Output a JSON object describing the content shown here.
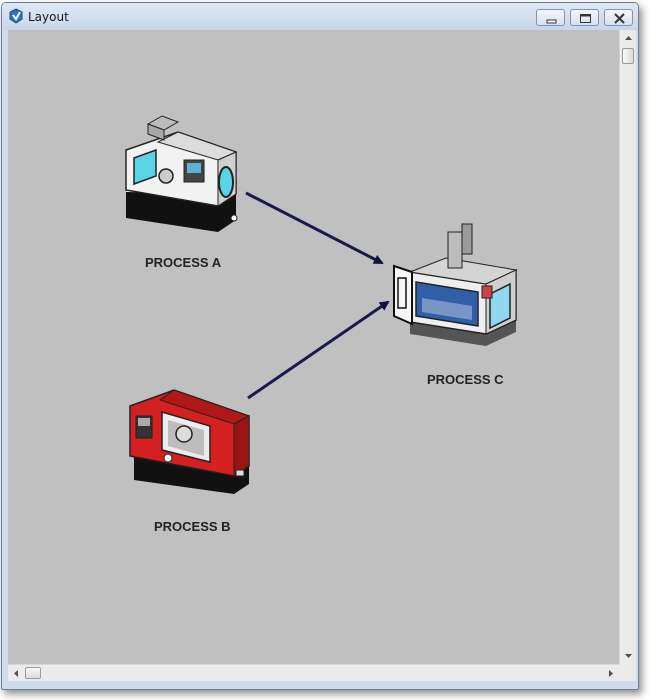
{
  "window": {
    "title": "Layout",
    "icon": "app-logo-icon"
  },
  "controls": {
    "minimize": "minimize-icon",
    "maximize": "maximize-icon",
    "close": "close-icon"
  },
  "processes": [
    {
      "label": "PROCESS A",
      "icon": "lathe-machine-icon"
    },
    {
      "label": "PROCESS B",
      "icon": "red-lathe-machine-icon"
    },
    {
      "label": "PROCESS C",
      "icon": "milling-machine-icon"
    }
  ],
  "flows": [
    {
      "from": "PROCESS A",
      "to": "PROCESS C"
    },
    {
      "from": "PROCESS B",
      "to": "PROCESS C"
    }
  ],
  "colors": {
    "canvas": "#c0c0c0",
    "flow_arrow": "#1a1a4a",
    "process_b_body": "#d42020"
  }
}
